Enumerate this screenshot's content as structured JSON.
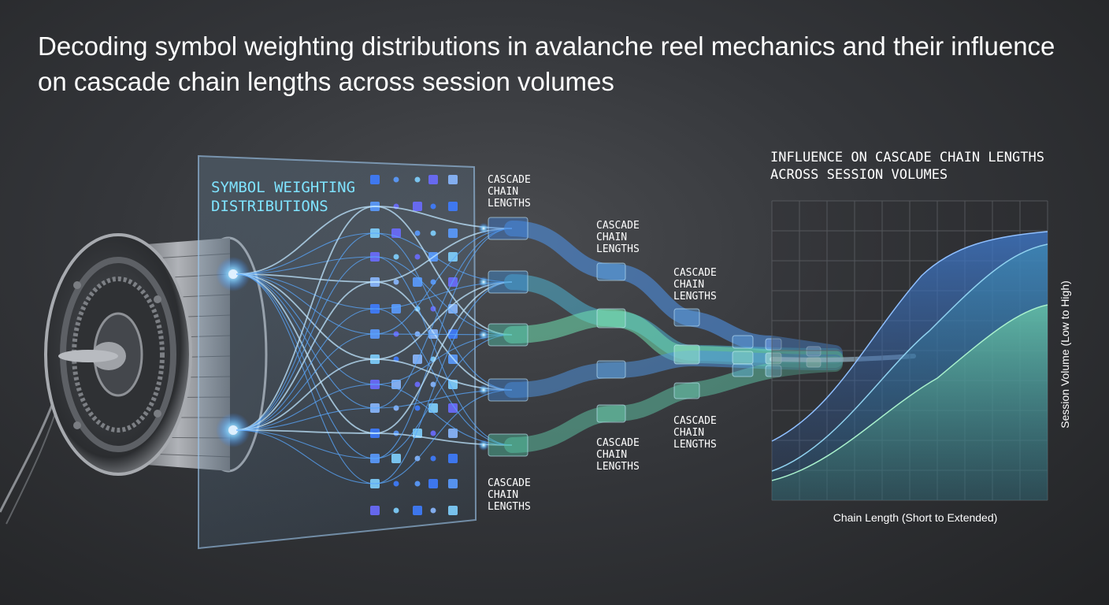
{
  "title": "Decoding symbol weighting distributions in avalanche reel mechanics and their influence on cascade chain lengths across session volumes",
  "panel": {
    "label_line1": "SYMBOL WEIGHTING",
    "label_line2": "DISTRIBUTIONS"
  },
  "cascade_labels": {
    "line1": "CASCADE",
    "line2": "CHAIN",
    "line3": "LENGTHS"
  },
  "chart": {
    "title_line1": "INFLUENCE ON CASCADE CHAIN LENGTHS",
    "title_line2": "ACROSS SESSION VOLUMES",
    "xlabel": "Chain Length (Short to Extended)",
    "ylabel": "Session Volume (Low to High)"
  },
  "colors": {
    "accent_blue": "#5aa8ff",
    "accent_cyan": "#7fe3ff",
    "accent_green": "#7fe6b0",
    "text": "#ffffff"
  }
}
